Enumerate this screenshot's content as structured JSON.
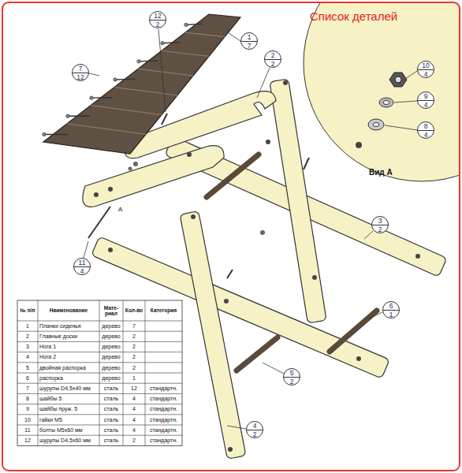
{
  "diagram": {
    "title": "Список деталей",
    "nodes": [
      {
        "text": [
          "12",
          "2"
        ]
      },
      {
        "text": [
          "1",
          "7"
        ]
      },
      {
        "text": [
          "7",
          "12"
        ]
      },
      {
        "text": [
          "2",
          "2"
        ]
      },
      {
        "text": [
          "10",
          "4"
        ]
      },
      {
        "text": [
          "9",
          "4"
        ]
      },
      {
        "text": [
          "8",
          "4"
        ]
      },
      {
        "text": [
          "11",
          "4"
        ]
      },
      {
        "text": [
          "3",
          "2"
        ]
      },
      {
        "text": [
          "6",
          "1"
        ]
      },
      {
        "text": [
          "5",
          "2"
        ]
      },
      {
        "text": [
          "4",
          "2"
        ]
      }
    ],
    "labels": [
      "Вид А",
      "А",
      "№ п/п",
      "Наименование",
      "Мате- риал",
      "Кол-во",
      "Категория",
      "1",
      "Планки сиденья",
      "дерево",
      "7",
      "2",
      "Главные доски",
      "дерево",
      "2",
      "3",
      "Нога 1",
      "дерево",
      "2",
      "4",
      "Нога 2",
      "дерево",
      "2",
      "5",
      "двойная распорка",
      "дерево",
      "2",
      "6",
      "распорка",
      "дерево",
      "1",
      "7",
      "шурупы D4,5х40 мм",
      "сталь",
      "12",
      "стандартн.",
      "8",
      "шайбы 5",
      "сталь",
      "4",
      "стандартн.",
      "9",
      "шайбы пруж. 5",
      "сталь",
      "4",
      "стандартн.",
      "10",
      "гайки М5",
      "сталь",
      "4",
      "стандартн.",
      "11",
      "болты М5х60 мм",
      "сталь",
      "4",
      "стандартн.",
      "12",
      "шурупы D4,5х60 мм",
      "сталь",
      "2",
      "стандартн."
    ]
  }
}
